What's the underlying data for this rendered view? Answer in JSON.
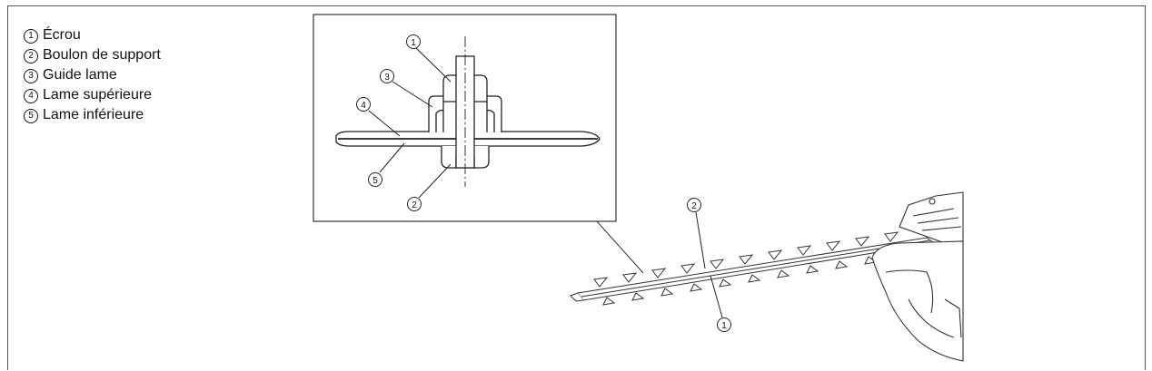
{
  "legend": {
    "items": [
      {
        "num": "1",
        "label": "Écrou"
      },
      {
        "num": "2",
        "label": "Boulon de support"
      },
      {
        "num": "3",
        "label": "Guide lame"
      },
      {
        "num": "4",
        "label": "Lame supérieure"
      },
      {
        "num": "5",
        "label": "Lame inférieure"
      }
    ]
  },
  "callouts": {
    "detail_nut": "1",
    "detail_guide": "3",
    "detail_upper_blade": "4",
    "detail_lower_blade": "5",
    "detail_bolt": "2",
    "main_bolt": "2",
    "main_nut": "1"
  }
}
